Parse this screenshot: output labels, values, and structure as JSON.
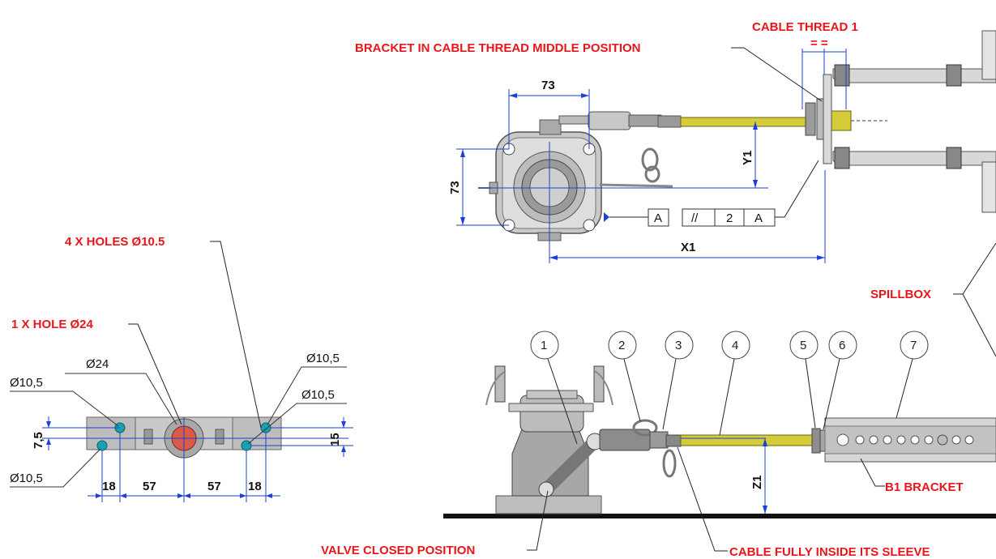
{
  "labels": {
    "cable_thread_1": "CABLE THREAD 1",
    "bracket_middle": "BRACKET IN CABLE THREAD MIDDLE POSITION",
    "equal_marks": "= =",
    "holes_4": "4 X HOLES Ø10.5",
    "hole_1": "1 X HOLE Ø24",
    "spillbox": "SPILLBOX",
    "b1_bracket": "B1 BRACKET",
    "valve_closed": "VALVE CLOSED POSITION",
    "cable_inside": "CABLE FULLY INSIDE ITS SLEEVE"
  },
  "dims": {
    "d73_top": "73",
    "d73_side": "73",
    "y1": "Y1",
    "x1": "X1",
    "z1": "Z1",
    "phi24": "Ø24",
    "phi105_a": "Ø10,5",
    "phi105_b": "Ø10,5",
    "phi105_c": "Ø10,5",
    "phi105_d": "Ø10,5",
    "d75": "7,5",
    "d15": "15",
    "d18_a": "18",
    "d57_a": "57",
    "d57_b": "57",
    "d18_b": "18"
  },
  "tolerance": {
    "datum": "A",
    "symbol": "//",
    "value": "2",
    "ref": "A"
  },
  "balloons": [
    "1",
    "2",
    "3",
    "4",
    "5",
    "6",
    "7"
  ],
  "colors": {
    "label_red": "#e8161b",
    "dim_blue": "#1d3fd6",
    "cable_yellow": "#d4cc3a",
    "hole_teal": "#1aa0b0",
    "hole_red": "#d85a48"
  }
}
